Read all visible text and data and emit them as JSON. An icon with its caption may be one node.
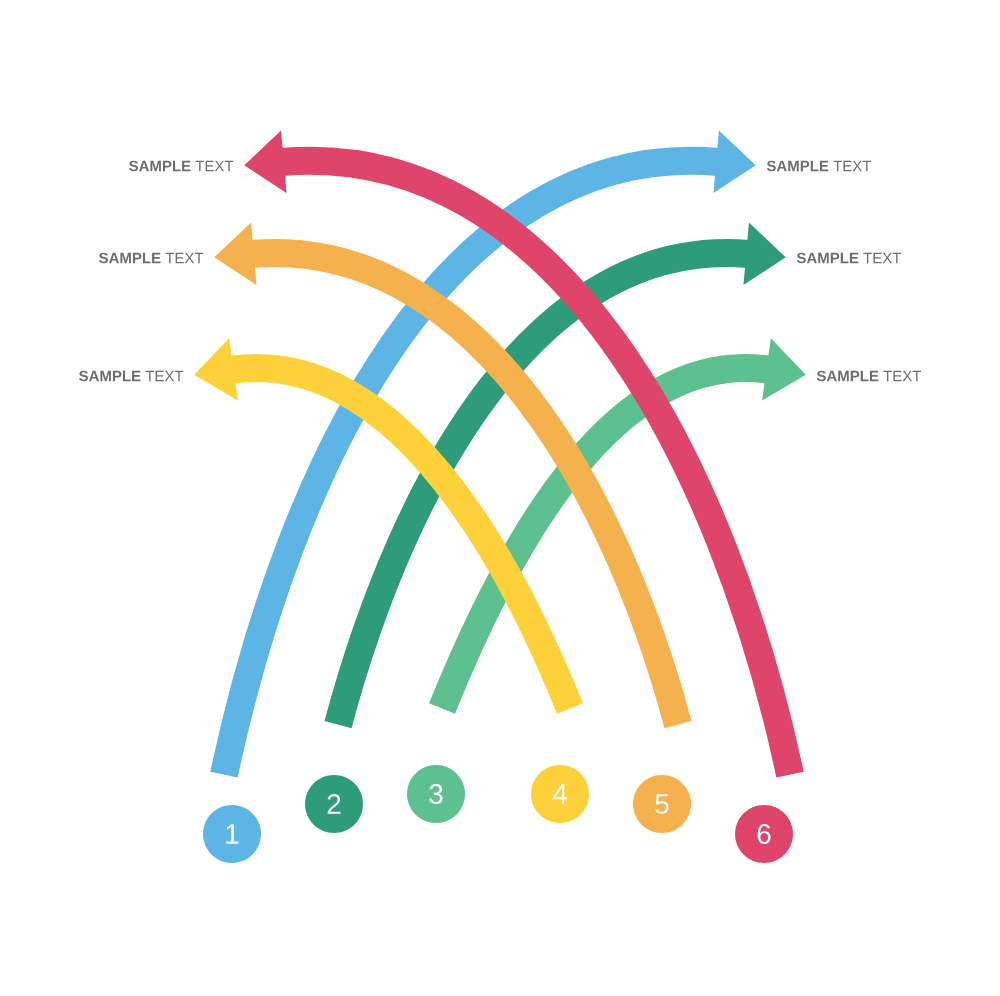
{
  "diagram": {
    "nodes": [
      {
        "text": [
          "1"
        ]
      },
      {
        "text": [
          "2"
        ]
      },
      {
        "text": [
          "3"
        ]
      },
      {
        "text": [
          "4"
        ]
      },
      {
        "text": [
          "5"
        ]
      },
      {
        "text": [
          "6"
        ]
      },
      {
        "text": [
          "**SAMPLE** TEXT"
        ]
      },
      {
        "text": [
          "**SAMPLE** TEXT"
        ]
      },
      {
        "text": [
          "**SAMPLE** TEXT"
        ]
      },
      {
        "text": [
          "**SAMPLE** TEXT"
        ]
      },
      {
        "text": [
          "**SAMPLE** TEXT"
        ]
      },
      {
        "text": [
          "**SAMPLE** TEXT"
        ]
      }
    ],
    "edges": [
      {
        "from": 0,
        "to": 7,
        "arrow": "to",
        "color": "#5db5e6"
      },
      {
        "from": 1,
        "to": 9,
        "arrow": "to",
        "color": "#2f9c79"
      },
      {
        "from": 2,
        "to": 11,
        "arrow": "to",
        "color": "#5cc18f"
      },
      {
        "from": 3,
        "to": 10,
        "arrow": "to",
        "color": "#fdd13a"
      },
      {
        "from": 4,
        "to": 8,
        "arrow": "to",
        "color": "#f6b14f"
      },
      {
        "from": 5,
        "to": 6,
        "arrow": "to",
        "color": "#df456b"
      }
    ]
  }
}
